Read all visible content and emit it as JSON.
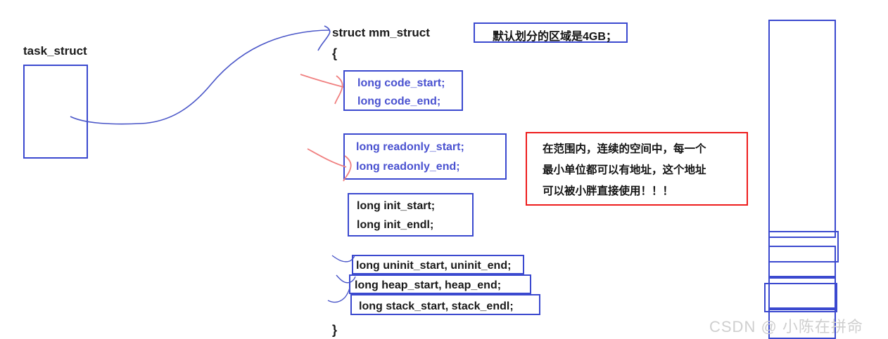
{
  "diagram": {
    "title_left": "task_struct",
    "struct": {
      "header": "struct mm_struct",
      "open_brace": "{",
      "close_brace": "}"
    },
    "note_top": "默认划分的区域是4GB；",
    "note_red": {
      "line1": "在范围内，连续的空间中，每一个",
      "line2": "最小单位都可以有地址，这个地址",
      "line3": "可以被小胖直接使用！！！"
    },
    "fields": {
      "code": {
        "line1": "long code_start;",
        "line2": "long code_end;"
      },
      "readonly": {
        "line1": "long readonly_start;",
        "line2": "long readonly_end;"
      },
      "init": {
        "line1": "long init_start;",
        "line2": "long init_endl;"
      },
      "uninit": "long uninit_start, uninit_end;",
      "heap": "long heap_start, heap_end;",
      "stack": "long stack_start, stack_endl;"
    },
    "watermark": "CSDN @  小陈在拼命",
    "colors": {
      "blue_border": "#3b49cf",
      "blue_text": "#4a52d0",
      "red_border": "#ee1c1c",
      "black_text": "#1a1a1a",
      "pink_arrow": "#f08080",
      "blue_arrow": "#4a56c8",
      "watermark_gray": "#cfcfcf",
      "background": "#ffffff"
    }
  }
}
